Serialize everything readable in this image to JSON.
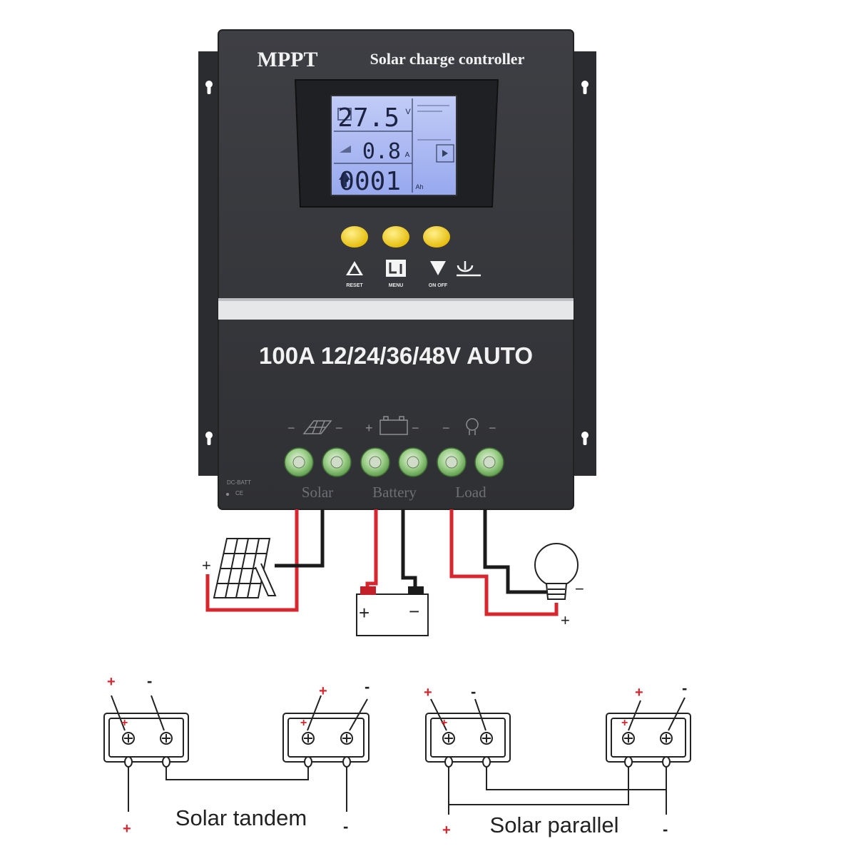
{
  "device": {
    "brand": "MPPT",
    "product_name": "Solar charge controller",
    "rating": "100A 12/24/36/48V AUTO",
    "lcd": {
      "row1_value": "27.5",
      "row1_unit": "V",
      "row2_value": "0.8",
      "row2_unit": "A",
      "row3_value": "0001",
      "row3_unit": "Ah"
    },
    "buttons": [
      {
        "label": "RESET"
      },
      {
        "label": "MENU"
      },
      {
        "label": "ON OFF"
      }
    ],
    "terminal_groups": [
      {
        "label": "Solar"
      },
      {
        "label": "Battery"
      },
      {
        "label": "Load"
      }
    ],
    "corner_text": [
      "DC-BATT",
      "CE"
    ]
  },
  "wiring": {
    "plus": "+",
    "minus": "−"
  },
  "panels": [
    {
      "caption": "Solar tandem",
      "plus": "+",
      "minus": "-"
    },
    {
      "caption": "Solar parallel",
      "plus": "+",
      "minus": "-"
    }
  ],
  "colors": {
    "housing": "#37383c",
    "housing_dark": "#2a2b2f",
    "lcd": "#a9b8f2",
    "button": "#f3cc1f",
    "terminal": "#8ecb7a",
    "wire_red": "#d8262f",
    "wire_black": "#1b1b1b"
  }
}
